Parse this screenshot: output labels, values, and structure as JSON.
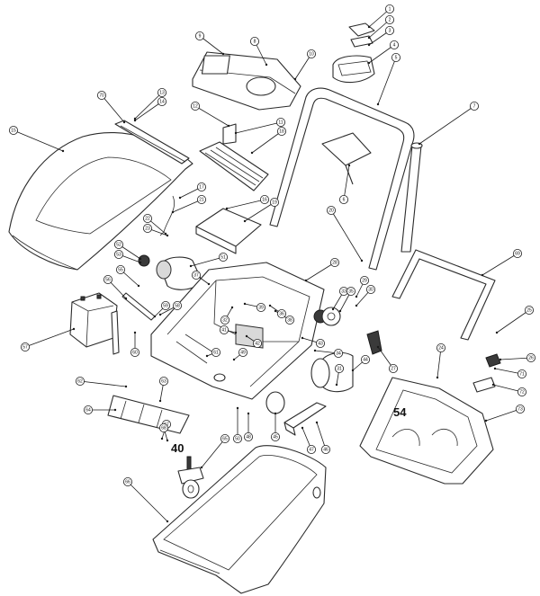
{
  "diagram": {
    "callouts": [
      "1",
      "2",
      "3",
      "4",
      "5",
      "6",
      "7",
      "8",
      "9",
      "10",
      "11",
      "12",
      "13",
      "14",
      "15",
      "16",
      "17",
      "18",
      "19",
      "20",
      "21",
      "22",
      "23",
      "24",
      "25",
      "26",
      "27",
      "28",
      "29",
      "30",
      "31",
      "32",
      "33",
      "34",
      "35",
      "36",
      "37",
      "38",
      "39",
      "41",
      "42",
      "43",
      "44",
      "45",
      "46",
      "47",
      "48",
      "49",
      "50",
      "51",
      "52",
      "53",
      "55",
      "56",
      "57",
      "58",
      "59",
      "60",
      "61",
      "62",
      "63",
      "64",
      "65",
      "66",
      "67",
      "68",
      "69",
      "70",
      "71",
      "72",
      "73"
    ],
    "big_labels": [
      "40",
      "54"
    ]
  }
}
